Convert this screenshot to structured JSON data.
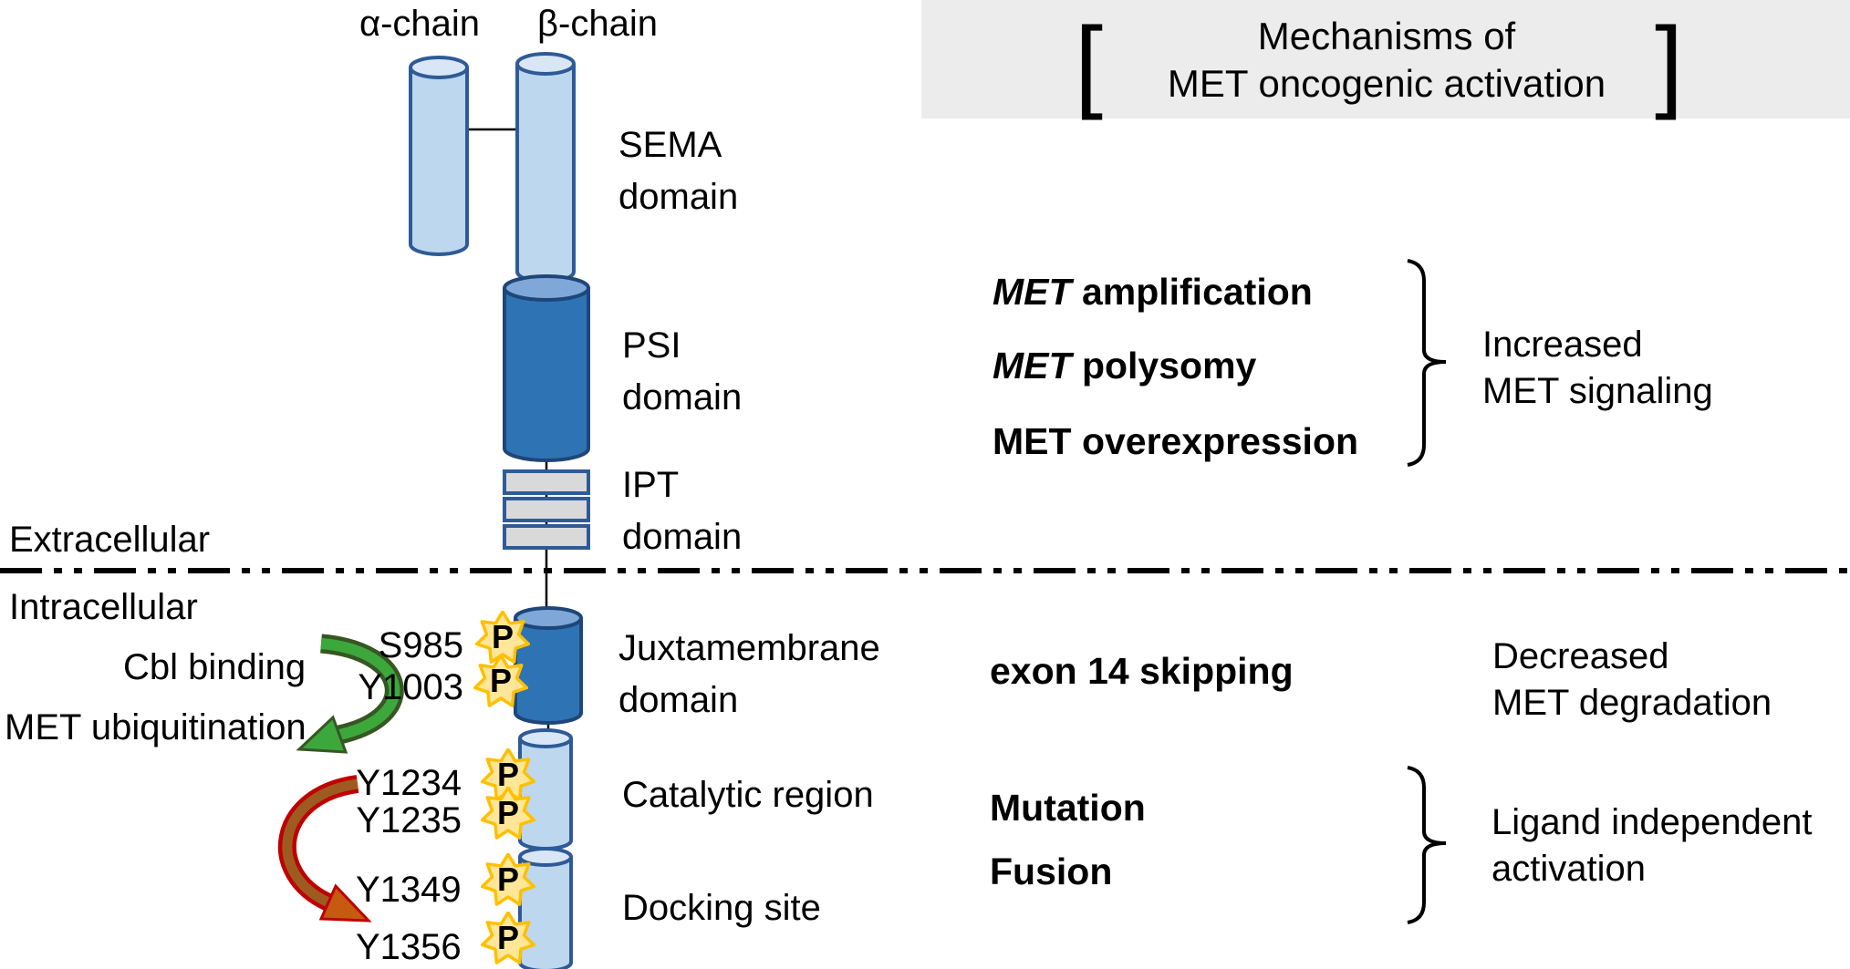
{
  "title": {
    "open_bracket": "[",
    "line1": "Mechanisms of",
    "line2": "MET oncogenic activation",
    "close_bracket": "]"
  },
  "chains": {
    "alpha": "α-chain",
    "beta": "β-chain"
  },
  "domains": {
    "sema": {
      "line1": "SEMA",
      "line2": "domain"
    },
    "psi": {
      "line1": "PSI",
      "line2": "domain"
    },
    "ipt": {
      "line1": "IPT",
      "line2": "domain"
    },
    "juxtamembrane": {
      "line1": "Juxtamembrane",
      "line2": "domain"
    },
    "catalytic": {
      "label": "Catalytic region"
    },
    "docking": {
      "label": "Docking site"
    }
  },
  "membrane": {
    "extracellular": "Extracellular",
    "intracellular": "Intracellular"
  },
  "cbl": {
    "binding": "Cbl binding",
    "ubiquitination": "MET ubiquitination"
  },
  "sites": {
    "s985": "S985",
    "y1003": "Y1003",
    "y1234": "Y1234",
    "y1235": "Y1235",
    "y1349": "Y1349",
    "y1356": "Y1356",
    "phospho": "P"
  },
  "mechanisms": {
    "increased": {
      "items": [
        {
          "gene": "MET",
          "rest": " amplification",
          "gene_class": "gene gene-italic"
        },
        {
          "gene": "MET",
          "rest": " polysomy",
          "gene_class": "gene gene-italic"
        },
        {
          "gene": "MET",
          "rest": " overexpression",
          "gene_class": "gene"
        }
      ],
      "outcome_line1": "Increased",
      "outcome_line2": "MET signaling"
    },
    "decreased": {
      "item": "exon 14 skipping",
      "outcome_line1": "Decreased",
      "outcome_line2": "MET degradation"
    },
    "ligand": {
      "items": [
        "Mutation",
        "Fusion"
      ],
      "outcome_line1": "Ligand independent",
      "outcome_line2": "activation"
    }
  },
  "colors": {
    "light_blue_body": "#BDD7EE",
    "light_blue_top": "#D9E6F5",
    "dark_blue_body": "#2E74B5",
    "dark_blue_top": "#7FA8D9",
    "cylinder_border": "#2E5B97",
    "dark_cylinder_border": "#1F4679",
    "ipt_fill": "#D9D9D9",
    "star_fill": "#FFE699",
    "star_border": "#FFC000",
    "green_arrow": "#3CA83C",
    "green_arrow_outline": "#375623",
    "red_arrow_outline": "#C00000",
    "red_arrow_fill": "#9E5B21",
    "red_arrow_head": "#C55A11",
    "header_bg": "#ECECEC"
  }
}
